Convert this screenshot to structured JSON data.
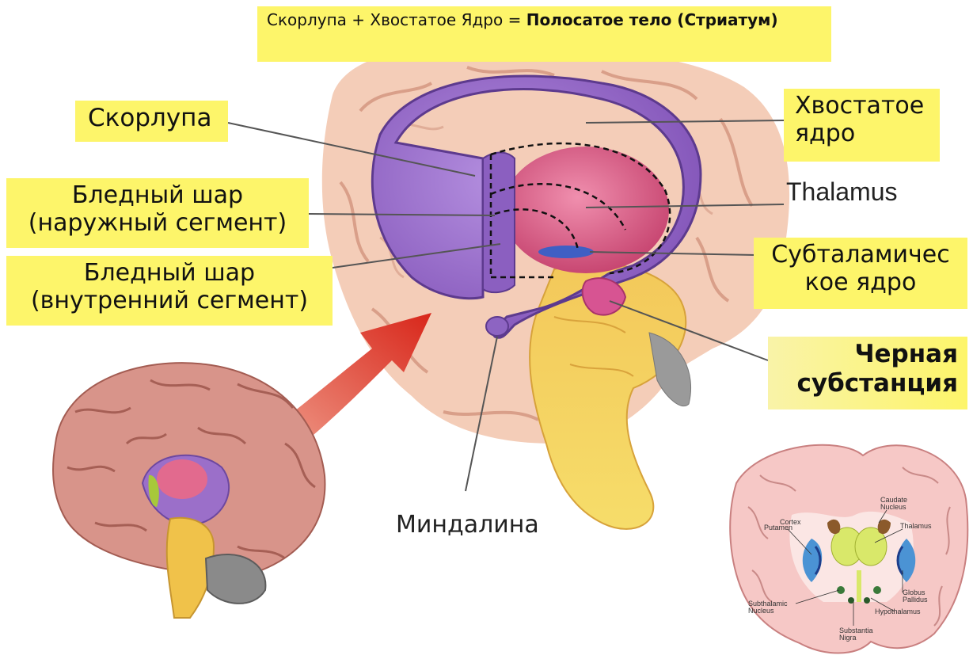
{
  "title": {
    "text": "Скорлупа + Хвостатое Ядро = ",
    "bold": "Полосатое тело (Стриатум)"
  },
  "labels": {
    "skorlupa": "Скорлупа",
    "bledny_outer": [
      "Бледный шар",
      "(наружный сегмент)"
    ],
    "bledny_inner": [
      "Бледный шар",
      "(внутренний сегмент)"
    ],
    "hvostatoe": [
      "Хвостатое",
      "ядро"
    ],
    "thalamus": "Thalamus",
    "subtalamic": [
      "Субталамичес",
      "кое ядро"
    ],
    "chernaya": [
      "Черная",
      "субстанция"
    ],
    "mindalina": "Миндалина"
  },
  "inset_labels": {
    "cortex": "Cortex",
    "caudate": [
      "Caudate",
      "Nucleus"
    ],
    "putamen": "Putamen",
    "thalamus": "Thalamus",
    "globus": [
      "Globus",
      "Pallidus"
    ],
    "subthalamic": [
      "Subthalamic",
      "Nucleus"
    ],
    "hypothalamus": "Hypothalamus",
    "substantia": [
      "Substantia",
      "Nigra"
    ]
  },
  "colors": {
    "label_bg": "#fdf56a",
    "cortex": "#f3c9b3",
    "cortex_fold": "#d89a86",
    "striatum": "#9b6fc9",
    "thalamus": "#e26a8e",
    "globus_pallidus": "#a7c93a",
    "brainstem": "#f0c24a",
    "substantia_nigra": "#d0508f",
    "arrow": "#e0402a",
    "inset_brain": "#f6c8c6",
    "inset_putamen": "#4b93d4",
    "inset_thalamus": "#d9e86a"
  }
}
